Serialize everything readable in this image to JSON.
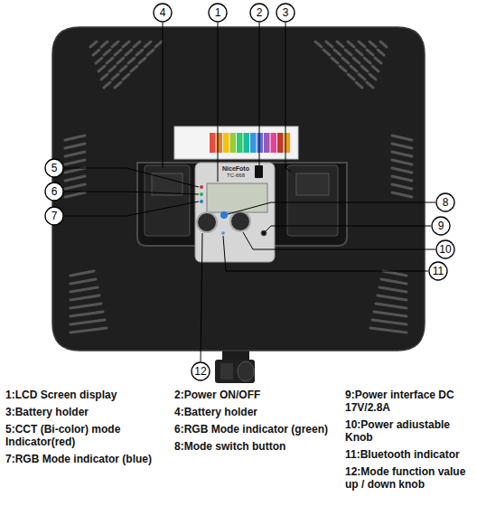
{
  "diagram": {
    "labels": [
      "4",
      "1",
      "2",
      "3",
      "5",
      "6",
      "8",
      "7",
      "9",
      "10",
      "11",
      "12",
      "NiceFoto",
      "TC-668",
      "1:LCD Screen display",
      "2:Power ON/OFF",
      "9:Power interface DC 17V/2.8A",
      "3:Battery holder",
      "4:Battery holder",
      "10:Power adiustable Knob",
      "5:CCT (Bi-color) mode Indicator(red)",
      "6:RGB Mode indicator (green)",
      "11:Bluetooth indicator",
      "7:RGB Mode indicator (blue)",
      "8:Mode switch button",
      "12:Mode function value up / down knob"
    ]
  }
}
